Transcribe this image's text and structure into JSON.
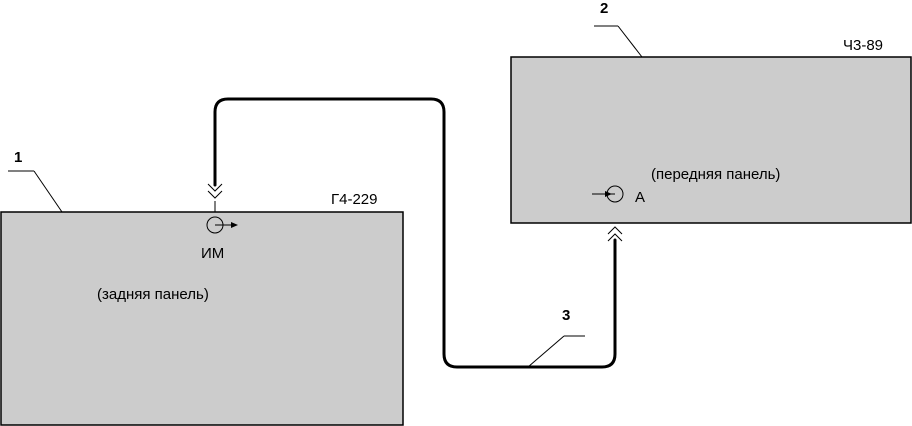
{
  "blocks": {
    "generator": {
      "number": "1",
      "model": "Г4-229",
      "connector": "ИМ",
      "panel": "(задняя панель)"
    },
    "counter": {
      "number": "2",
      "model": "Ч3-89",
      "connector": "А",
      "panel": "(передняя панель)"
    },
    "cable": {
      "number": "3"
    }
  }
}
